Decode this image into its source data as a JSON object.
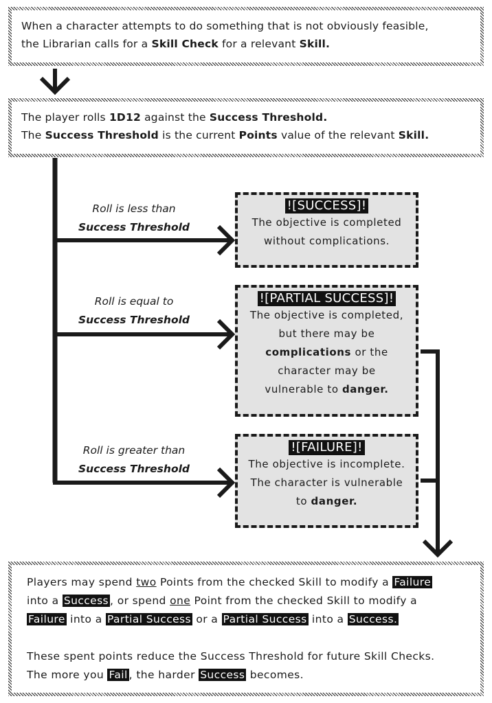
{
  "box1": {
    "line1": "When a character attempts to do something that is not obviously feasible,",
    "line2_a": "the Librarian calls for a ",
    "line2_b": "Skill Check",
    "line2_c": " for a relevant ",
    "line2_d": "Skill."
  },
  "box2": {
    "line1_a": "The player rolls ",
    "line1_b": "1D12",
    "line1_c": " against the ",
    "line1_d": "Success Threshold.",
    "line2_a": "The ",
    "line2_b": "Success Threshold",
    "line2_c": " is the current ",
    "line2_d": "Points",
    "line2_e": " value of the relevant ",
    "line2_f": "Skill."
  },
  "branches": [
    {
      "condition": "Roll is less than",
      "condition_sub": "Success Threshold",
      "title": "![SUCCESS]!",
      "desc": [
        "The objective is completed",
        "without complications."
      ]
    },
    {
      "condition": "Roll is equal to",
      "condition_sub": "Success Threshold",
      "title": "![PARTIAL SUCCESS]!",
      "desc": [
        "The objective is completed,",
        "but there may be",
        "complications",
        " or the",
        "character may be",
        "vulnerable to ",
        "danger."
      ]
    },
    {
      "condition": "Roll is greater than",
      "condition_sub": "Success Threshold",
      "title": "![FAILURE]!",
      "desc": [
        "The objective is incomplete.",
        "The character is vulnerable",
        "to ",
        "danger."
      ]
    }
  ],
  "final": {
    "p1": [
      "Players may spend ",
      "two",
      " Points from the checked Skill to modify a ",
      "Failure",
      "into a ",
      "Success",
      ", or spend ",
      "one",
      " Point from the checked Skill to modify a",
      "Failure",
      " into a ",
      "Partial Success",
      " or a ",
      "Partial Success",
      " into a ",
      "Success."
    ],
    "p2_line1": "These spent points reduce the Success Threshold for future Skill Checks.",
    "p2_line2": [
      "The more you ",
      "Fail",
      ", the harder ",
      "Success",
      " becomes."
    ]
  }
}
